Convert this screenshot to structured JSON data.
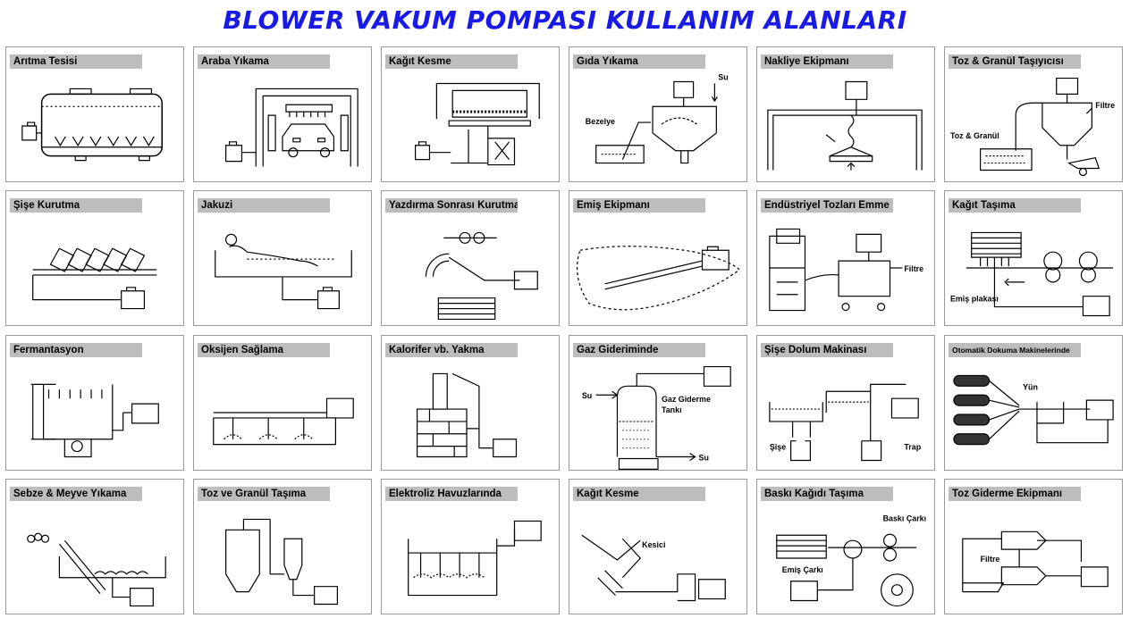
{
  "title": "BLOWER VAKUM POMPASI KULLANIM ALANLARI",
  "colors": {
    "title": "#1a1ae6",
    "label_bg": "#bdbdbd",
    "border": "#9a9a9a",
    "line": "#000000"
  },
  "cells": [
    {
      "label": "Arıtma Tesisi",
      "texts": []
    },
    {
      "label": "Araba Yıkama",
      "texts": []
    },
    {
      "label": "Kağıt Kesme",
      "texts": []
    },
    {
      "label": "Gıda Yıkama",
      "texts": [
        "Su",
        "Bezelye"
      ]
    },
    {
      "label": "Nakliye Ekipmanı",
      "texts": []
    },
    {
      "label": "Toz & Granül Taşıyıcısı",
      "texts": [
        "Filtre",
        "Toz & Granül"
      ]
    },
    {
      "label": "Şişe Kurutma",
      "texts": []
    },
    {
      "label": "Jakuzi",
      "texts": []
    },
    {
      "label": "Yazdırma Sonrası Kurutma",
      "texts": []
    },
    {
      "label": "Emiş Ekipmanı",
      "texts": []
    },
    {
      "label": "Endüstriyel Tozları Emme",
      "texts": [
        "Filtre"
      ]
    },
    {
      "label": "Kağıt Taşıma",
      "texts": [
        "Emiş plakası"
      ]
    },
    {
      "label": "Fermantasyon",
      "texts": []
    },
    {
      "label": "Oksijen Sağlama",
      "texts": []
    },
    {
      "label": "Kalorifer vb. Yakma",
      "texts": []
    },
    {
      "label": "Gaz Gideriminde",
      "texts": [
        "Su",
        "Gaz Giderme",
        "Tankı",
        "Su"
      ]
    },
    {
      "label": "Şişe Dolum Makinası",
      "texts": [
        "Şişe",
        "Trap"
      ]
    },
    {
      "label": "Otomatik Dokuma Makinelerinde",
      "texts": [
        "Yün"
      ]
    },
    {
      "label": "Sebze & Meyve Yıkama",
      "texts": []
    },
    {
      "label": "Toz ve Granül Taşıma",
      "texts": []
    },
    {
      "label": "Elektroliz Havuzlarında",
      "texts": []
    },
    {
      "label": "Kağıt Kesme",
      "texts": [
        "Kesici"
      ]
    },
    {
      "label": "Baskı Kağıdı Taşıma",
      "texts": [
        "Baskı Çarkı",
        "Emiş Çarkı"
      ]
    },
    {
      "label": "Toz Giderme Ekipmanı",
      "texts": [
        "Filtre"
      ]
    }
  ]
}
